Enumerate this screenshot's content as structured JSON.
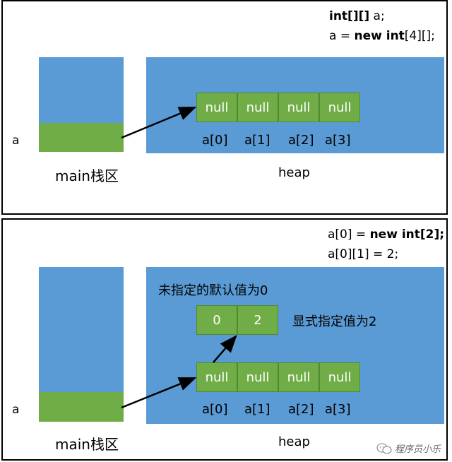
{
  "top": {
    "code_line1_bold": "int[][]",
    "code_line1_rest": " a;",
    "code_line2_pre": "a = ",
    "code_line2_bold": "new int",
    "code_line2_post": "[4][];",
    "stack_var_label": "a",
    "stack_label": "main栈区",
    "heap_label": "heap",
    "cells": [
      "null",
      "null",
      "null",
      "null"
    ],
    "indices": [
      "a[0]",
      "a[1]",
      "a[2]",
      "a[3]"
    ]
  },
  "bottom": {
    "code_line1_pre": "a[0] = ",
    "code_line1_bold": "new int[2];",
    "code_line2": "a[0][1] = 2;",
    "note_default": "未指定的默认值为0",
    "note_explicit": "显式指定值为2",
    "inner_cells": [
      "0",
      "2"
    ],
    "stack_var_label": "a",
    "stack_label": "main栈区",
    "heap_label": "heap",
    "cells": [
      "null",
      "null",
      "null",
      "null"
    ],
    "indices": [
      "a[0]",
      "a[1]",
      "a[2]",
      "a[3]"
    ]
  },
  "watermark": "程序员小乐",
  "colors": {
    "stack_heap_blue": "#5b9bd5",
    "cell_green": "#70ad47"
  }
}
